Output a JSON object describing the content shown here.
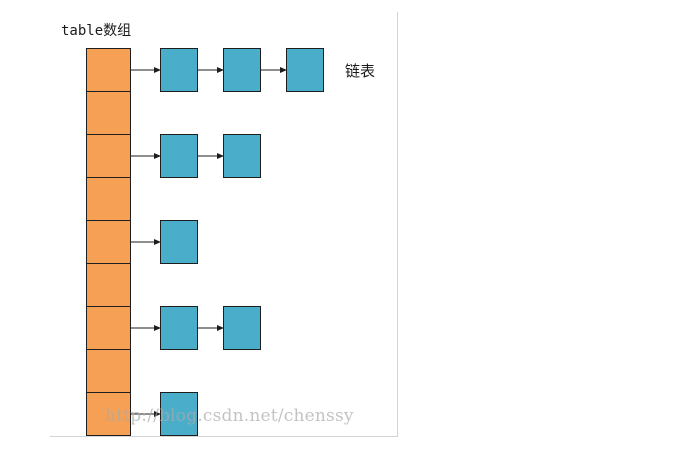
{
  "labels": {
    "array": "table数组",
    "list": "链表"
  },
  "watermark": "http://blog.csdn.net/chenssy",
  "table": {
    "slots": 9,
    "chains": [
      {
        "slot": 0,
        "length": 3
      },
      {
        "slot": 2,
        "length": 2
      },
      {
        "slot": 4,
        "length": 1
      },
      {
        "slot": 6,
        "length": 2
      },
      {
        "slot": 8,
        "length": 1
      }
    ]
  },
  "colors": {
    "array_fill": "#f6a055",
    "node_fill": "#4aaecb",
    "border": "#1e1e1e",
    "frame": "#d4d4d4"
  }
}
